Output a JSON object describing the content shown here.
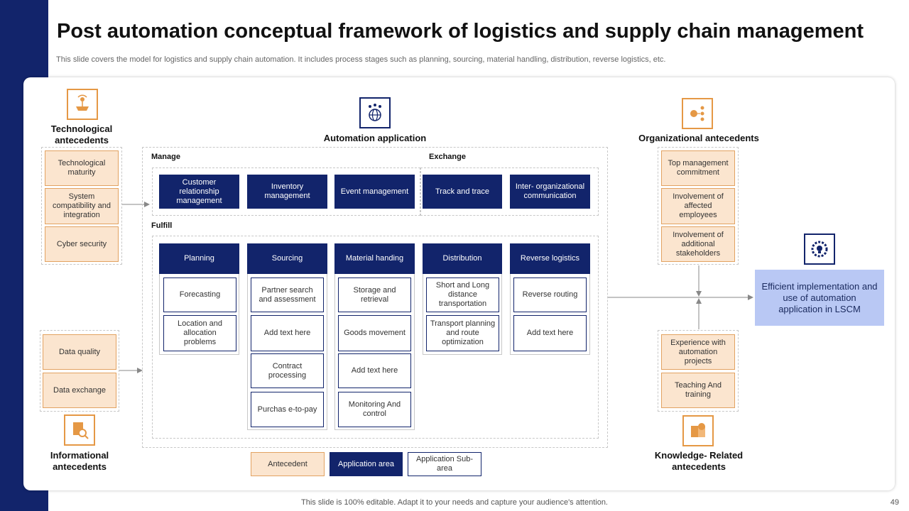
{
  "title": "Post automation conceptual framework of logistics and supply chain management",
  "subtitle": "This slide covers the model for logistics and supply chain automation. It includes process stages such as planning, sourcing, material handling, distribution, reverse logistics, etc.",
  "technological": {
    "label": "Technological antecedents",
    "items": [
      "Technological maturity",
      "System compatibility and integration",
      "Cyber security"
    ]
  },
  "informational": {
    "label": "Informational antecedents",
    "items": [
      "Data quality",
      "Data exchange"
    ]
  },
  "organizational": {
    "label": "Organizational antecedents",
    "items": [
      "Top management commitment",
      "Involvement of affected employees",
      "Involvement of additional stakeholders"
    ]
  },
  "knowledge": {
    "label": "Knowledge- Related antecedents",
    "items": [
      "Experience with automation projects",
      "Teaching And training"
    ]
  },
  "automation": {
    "label": "Automation application",
    "manage_label": "Manage",
    "exchange_label": "Exchange",
    "fulfill_label": "Fulfill",
    "manage_items": [
      "Customer relationship management",
      "Inventory management",
      "Event management"
    ],
    "exchange_items": [
      "Track and trace",
      "Inter- organizational communication"
    ],
    "fulfill_columns": [
      {
        "header": "Planning",
        "items": [
          "Forecasting",
          "Location and allocation problems"
        ]
      },
      {
        "header": "Sourcing",
        "items": [
          "Partner search and assessment",
          "Add text here",
          "Contract processing",
          "Purchas e-to-pay"
        ]
      },
      {
        "header": "Material handing",
        "items": [
          "Storage and retrieval",
          "Goods movement",
          "Add text here",
          "Monitoring And control"
        ]
      },
      {
        "header": "Distribution",
        "items": [
          "Short and Long distance transportation",
          "Transport planning and route optimization"
        ]
      },
      {
        "header": "Reverse logistics",
        "items": [
          "Reverse routing",
          "Add text here"
        ]
      }
    ]
  },
  "outcome": "Efficient implementation and use of automation application in LSCM",
  "legend": {
    "antecedent": "Antecedent",
    "application_area": "Application area",
    "application_subarea": "Application Sub-area"
  },
  "footer": "This slide is 100% editable. Adapt it to your needs and capture your audience's attention.",
  "page_number": "49",
  "icons": {
    "technological": "tech-network-icon",
    "automation": "globe-network-icon",
    "organizational": "org-chart-icon",
    "outcome": "gear-bulb-icon",
    "informational": "document-search-icon",
    "knowledge": "brain-book-icon"
  },
  "colors": {
    "navy": "#12246b",
    "orange_fill": "#fbe5cf",
    "orange_border": "#e2a261",
    "outcome_fill": "#b9c8f4"
  }
}
